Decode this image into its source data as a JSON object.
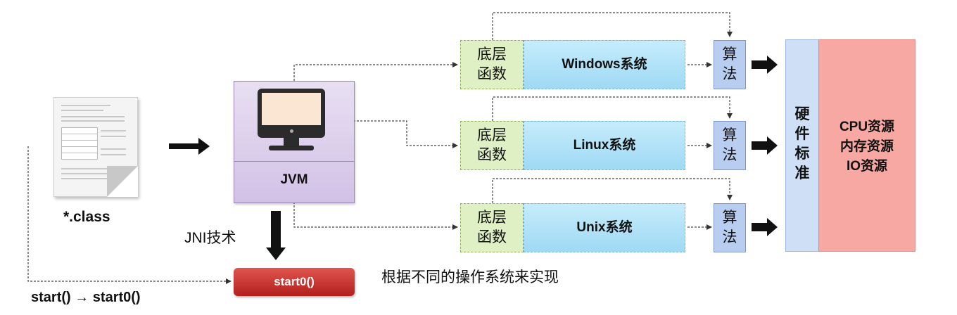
{
  "doc_label": "*.class",
  "jvm_label": "JVM",
  "jni_label": "JNI技术",
  "start0_label": "start0()",
  "start_flow_label": "start() → start0()",
  "note": "根据不同的操作系统来实现",
  "os_rows": [
    {
      "fn_line1": "底层",
      "fn_line2": "函数",
      "os": "Windows系统",
      "algo_line1": "算",
      "algo_line2": "法"
    },
    {
      "fn_line1": "底层",
      "fn_line2": "函数",
      "os": "Linux系统",
      "algo_line1": "算",
      "algo_line2": "法"
    },
    {
      "fn_line1": "底层",
      "fn_line2": "函数",
      "os": "Unix系统",
      "algo_line1": "算",
      "algo_line2": "法"
    }
  ],
  "hardware": [
    "硬",
    "件",
    "标",
    "准"
  ],
  "resources": [
    "CPU资源",
    "内存资源",
    "IO资源"
  ],
  "colors": {
    "function": "#dff0c4",
    "os": "#a8dcf5",
    "algorithm": "#b9cdf1",
    "hardware": "#cfe0f6",
    "resource": "#f8a8a3",
    "jvm": "#dcd0ec",
    "start0": "#c6302c"
  }
}
